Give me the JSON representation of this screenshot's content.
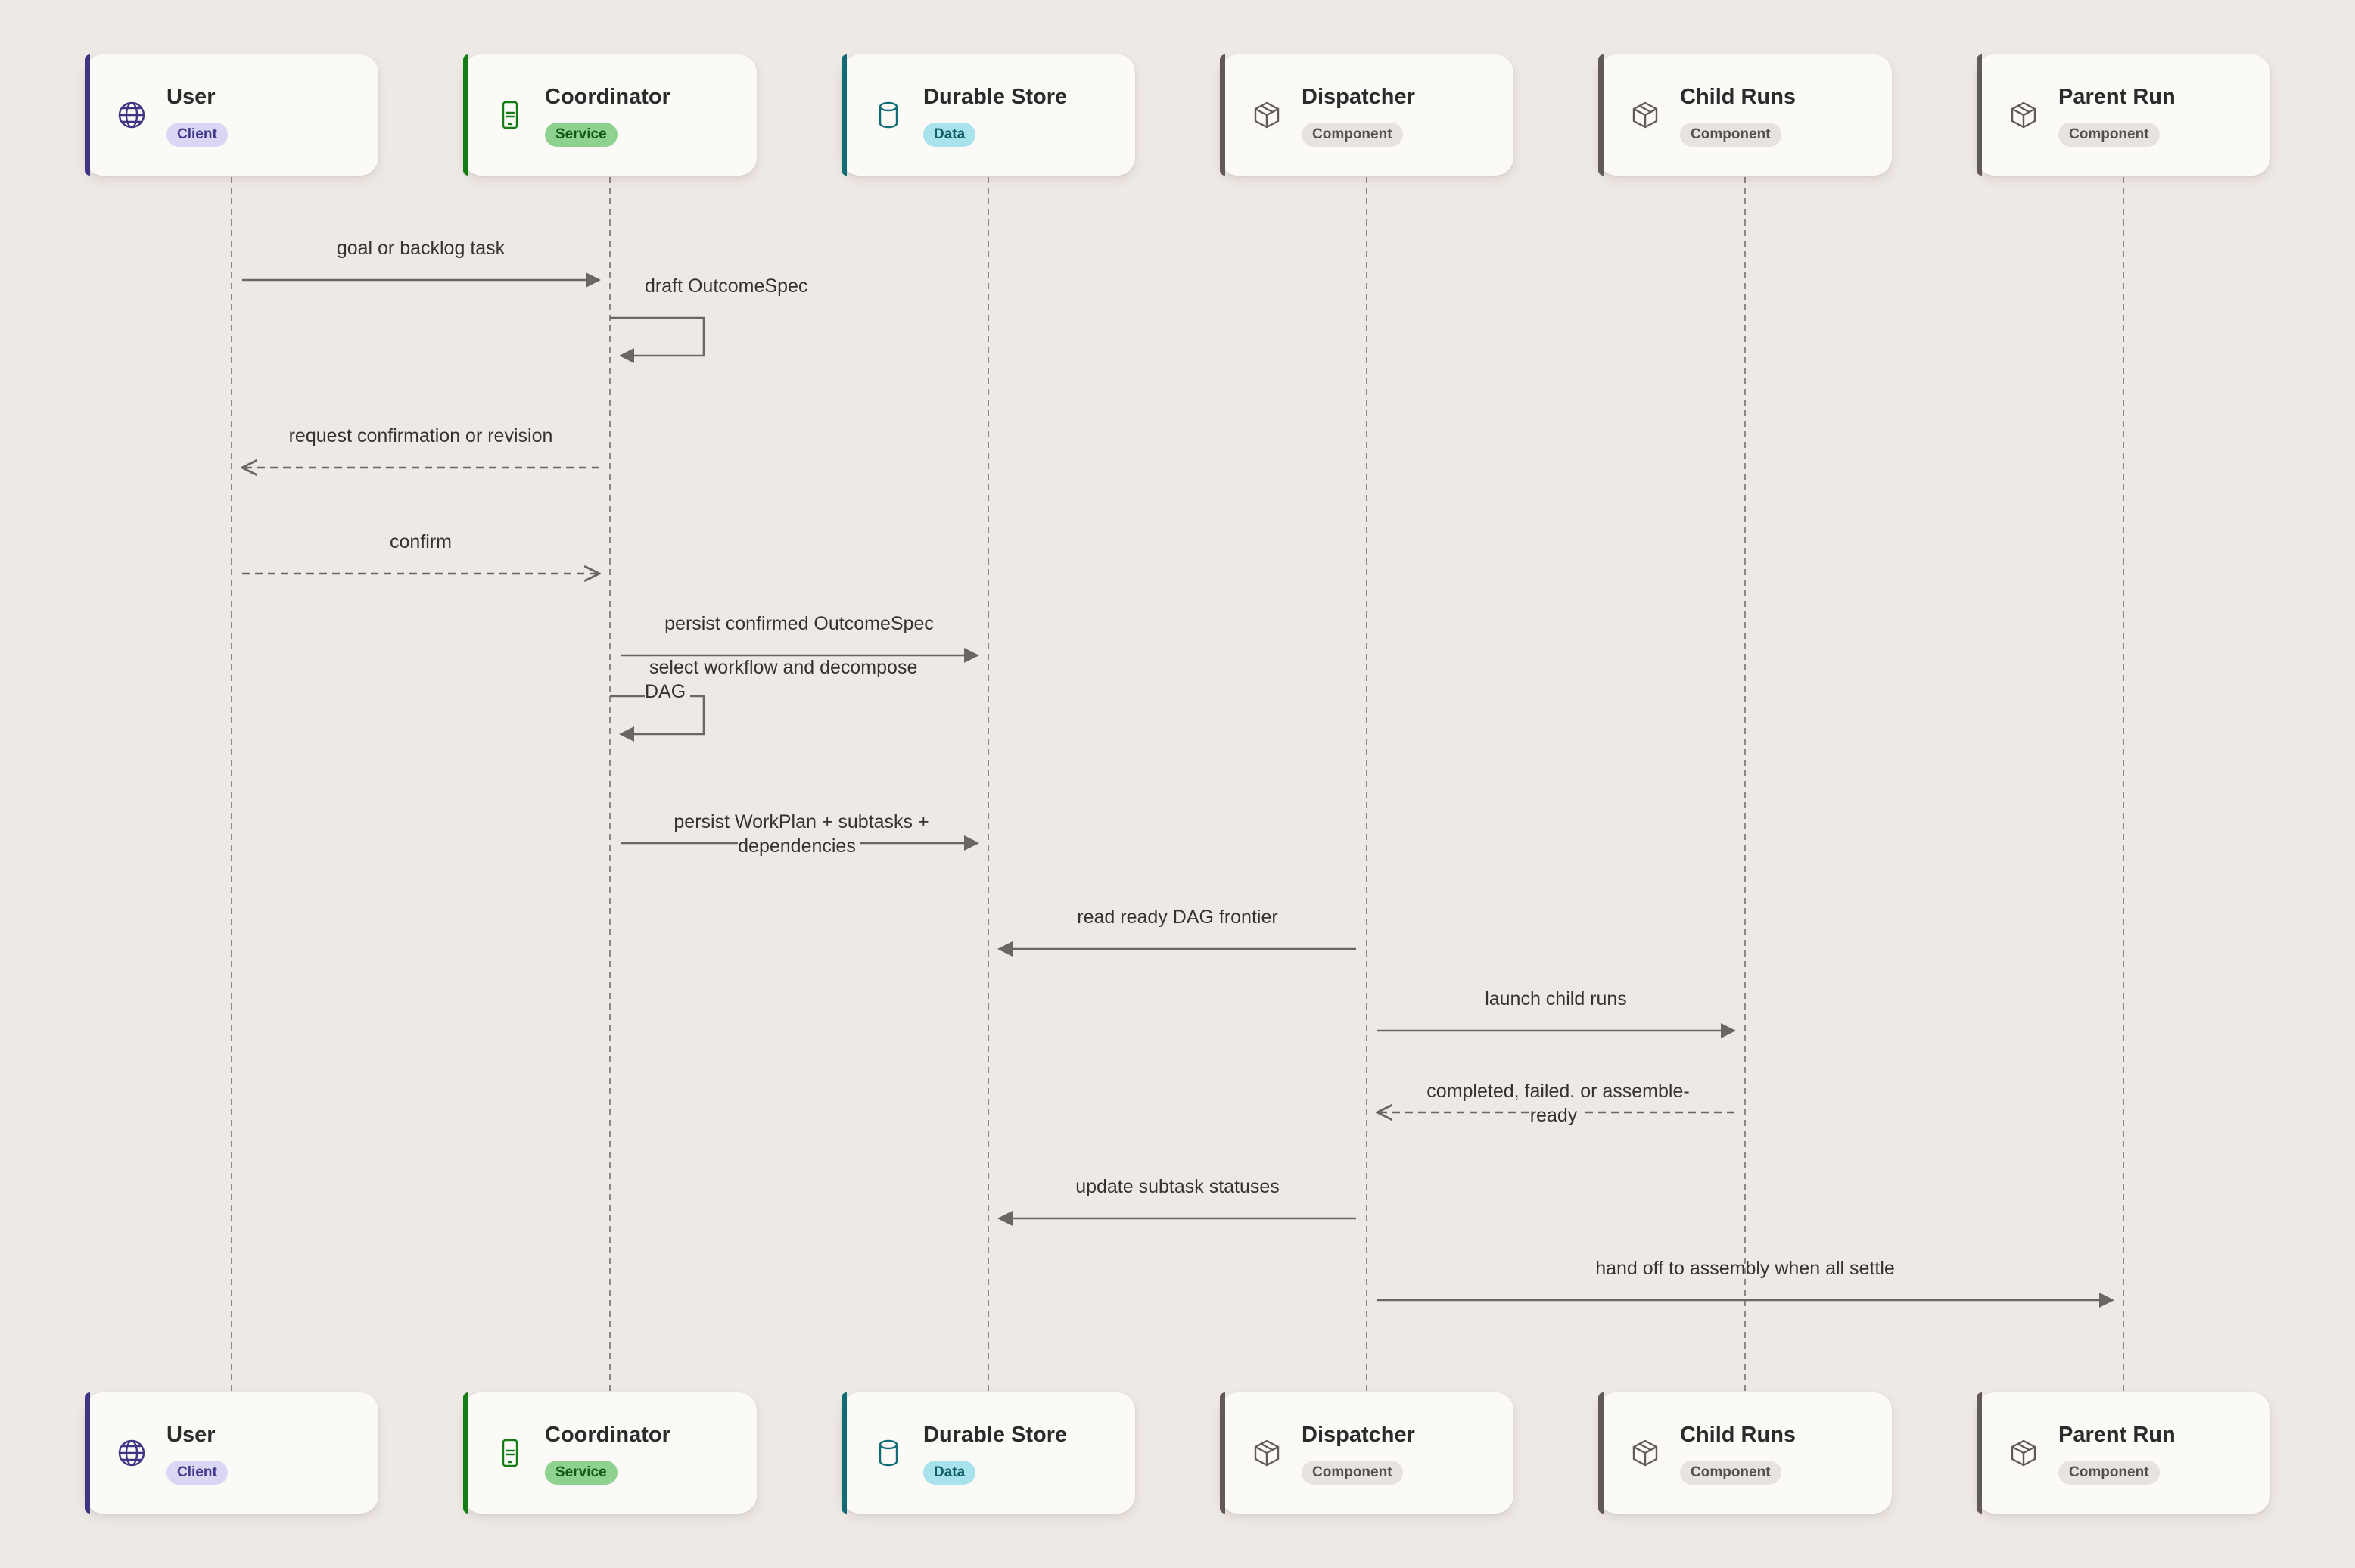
{
  "participants": [
    {
      "name": "User",
      "badge": "Client",
      "icon": "globe-icon",
      "color": "#3d3584",
      "badge_bg": "#dcd6f5",
      "badge_fg": "#3f3a8c"
    },
    {
      "name": "Coordinator",
      "badge": "Service",
      "icon": "phone-icon",
      "color": "#127d12",
      "badge_bg": "#8fd18f",
      "badge_fg": "#145a14"
    },
    {
      "name": "Durable Store",
      "badge": "Data",
      "icon": "database-icon",
      "color": "#0f6c74",
      "badge_bg": "#a8e3ec",
      "badge_fg": "#115e66"
    },
    {
      "name": "Dispatcher",
      "badge": "Component",
      "icon": "cube-icon",
      "color": "#615a56",
      "badge_bg": "#e8e3df",
      "badge_fg": "#55504c"
    },
    {
      "name": "Child Runs",
      "badge": "Component",
      "icon": "cube-icon",
      "color": "#615a56",
      "badge_bg": "#e8e3df",
      "badge_fg": "#55504c"
    },
    {
      "name": "Parent Run",
      "badge": "Component",
      "icon": "cube-icon",
      "color": "#615a56",
      "badge_bg": "#e8e3df",
      "badge_fg": "#55504c"
    }
  ],
  "messages": [
    {
      "from": 0,
      "to": 1,
      "label": "goal or backlog task",
      "style": "solid"
    },
    {
      "from": 1,
      "to": 1,
      "label": "draft OutcomeSpec",
      "style": "solid",
      "self": true
    },
    {
      "from": 1,
      "to": 0,
      "label": "request confirmation or revision",
      "style": "dashed"
    },
    {
      "from": 0,
      "to": 1,
      "label": "confirm",
      "style": "dashed"
    },
    {
      "from": 1,
      "to": 2,
      "label": "persist confirmed OutcomeSpec",
      "style": "solid"
    },
    {
      "from": 1,
      "to": 1,
      "label": "select workflow and decompose DAG",
      "style": "solid",
      "self": true
    },
    {
      "from": 1,
      "to": 2,
      "label": "persist WorkPlan + subtasks + dependencies",
      "style": "solid"
    },
    {
      "from": 3,
      "to": 2,
      "label": "read ready DAG frontier",
      "style": "solid"
    },
    {
      "from": 3,
      "to": 4,
      "label": "launch child runs",
      "style": "solid"
    },
    {
      "from": 4,
      "to": 3,
      "label": "completed, failed. or assemble-ready",
      "style": "dashed"
    },
    {
      "from": 3,
      "to": 2,
      "label": "update subtask statuses",
      "style": "solid"
    },
    {
      "from": 3,
      "to": 5,
      "label": "hand off to assembly when all settle",
      "style": "solid"
    }
  ],
  "colors": {
    "background": "#efe9e5",
    "line": "#6b6563",
    "lifeline": "#8e8884"
  }
}
